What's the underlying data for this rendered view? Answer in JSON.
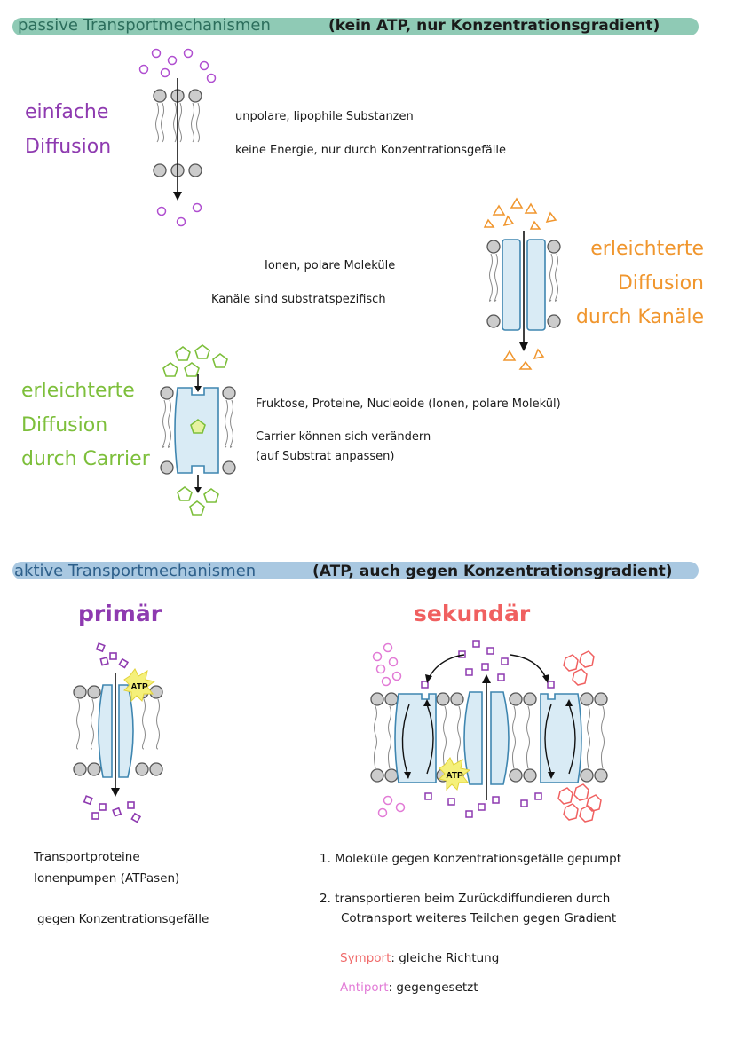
{
  "passive": {
    "header": "passive Transportmechanismen",
    "subheader": "(kein ATP, nur Konzentrationsgradient)",
    "simple": {
      "label_line1": "einfache",
      "label_line2": "Diffusion",
      "note1": "unpolare, lipophile Substanzen",
      "note2": "keine Energie, nur durch Konzentrationsgefälle"
    },
    "channel": {
      "label_line1": "erleichterte",
      "label_line2": "Diffusion",
      "label_line3": "durch Kanäle",
      "note1": "Ionen, polare Moleküle",
      "note2": "Kanäle sind substratspezifisch"
    },
    "carrier": {
      "label_line1": "erleichterte",
      "label_line2": "Diffusion",
      "label_line3": "durch Carrier",
      "note1": "Fruktose, Proteine, Nucleoide (Ionen, polare Molekül)",
      "note2": "Carrier können sich verändern",
      "note3": "(auf Substrat anpassen)"
    }
  },
  "active": {
    "header": "aktive Transportmechanismen",
    "subheader": "(ATP, auch gegen Konzentrationsgradient)",
    "primary": {
      "title": "primär",
      "atp": "ATP",
      "note1": "Transportproteine",
      "note2": "Ionenpumpen (ATPasen)",
      "note3": "gegen Konzentrationsgefälle"
    },
    "secondary": {
      "title": "sekundär",
      "atp": "ATP",
      "item1": "1. Moleküle gegen Konzentrationsgefälle gepumpt",
      "item2_line1": "2. transportieren beim Zurückdiffundieren durch",
      "item2_line2": "Cotransport weiteres Teilchen gegen Gradient",
      "symport_label": "Symport",
      "symport_text": ": gleiche Richtung",
      "antiport_label": "Antiport",
      "antiport_text": ": gegengesetzt"
    }
  },
  "colors": {
    "passive_banner": "#8fcab5",
    "active_banner": "#a9c8e1",
    "passive_header_text": "#2c6e5c",
    "active_header_text": "#2d5f8a",
    "purple": "#8e3ab0",
    "orange": "#f0962e",
    "green": "#7dbf3b",
    "protein": "#d9ebf5",
    "protein_edge": "#3f86b0",
    "sekundaer": "#f06060",
    "symport": "#f06a6a",
    "antiport": "#e27bd6",
    "atp_glow": "#f5f07a"
  }
}
